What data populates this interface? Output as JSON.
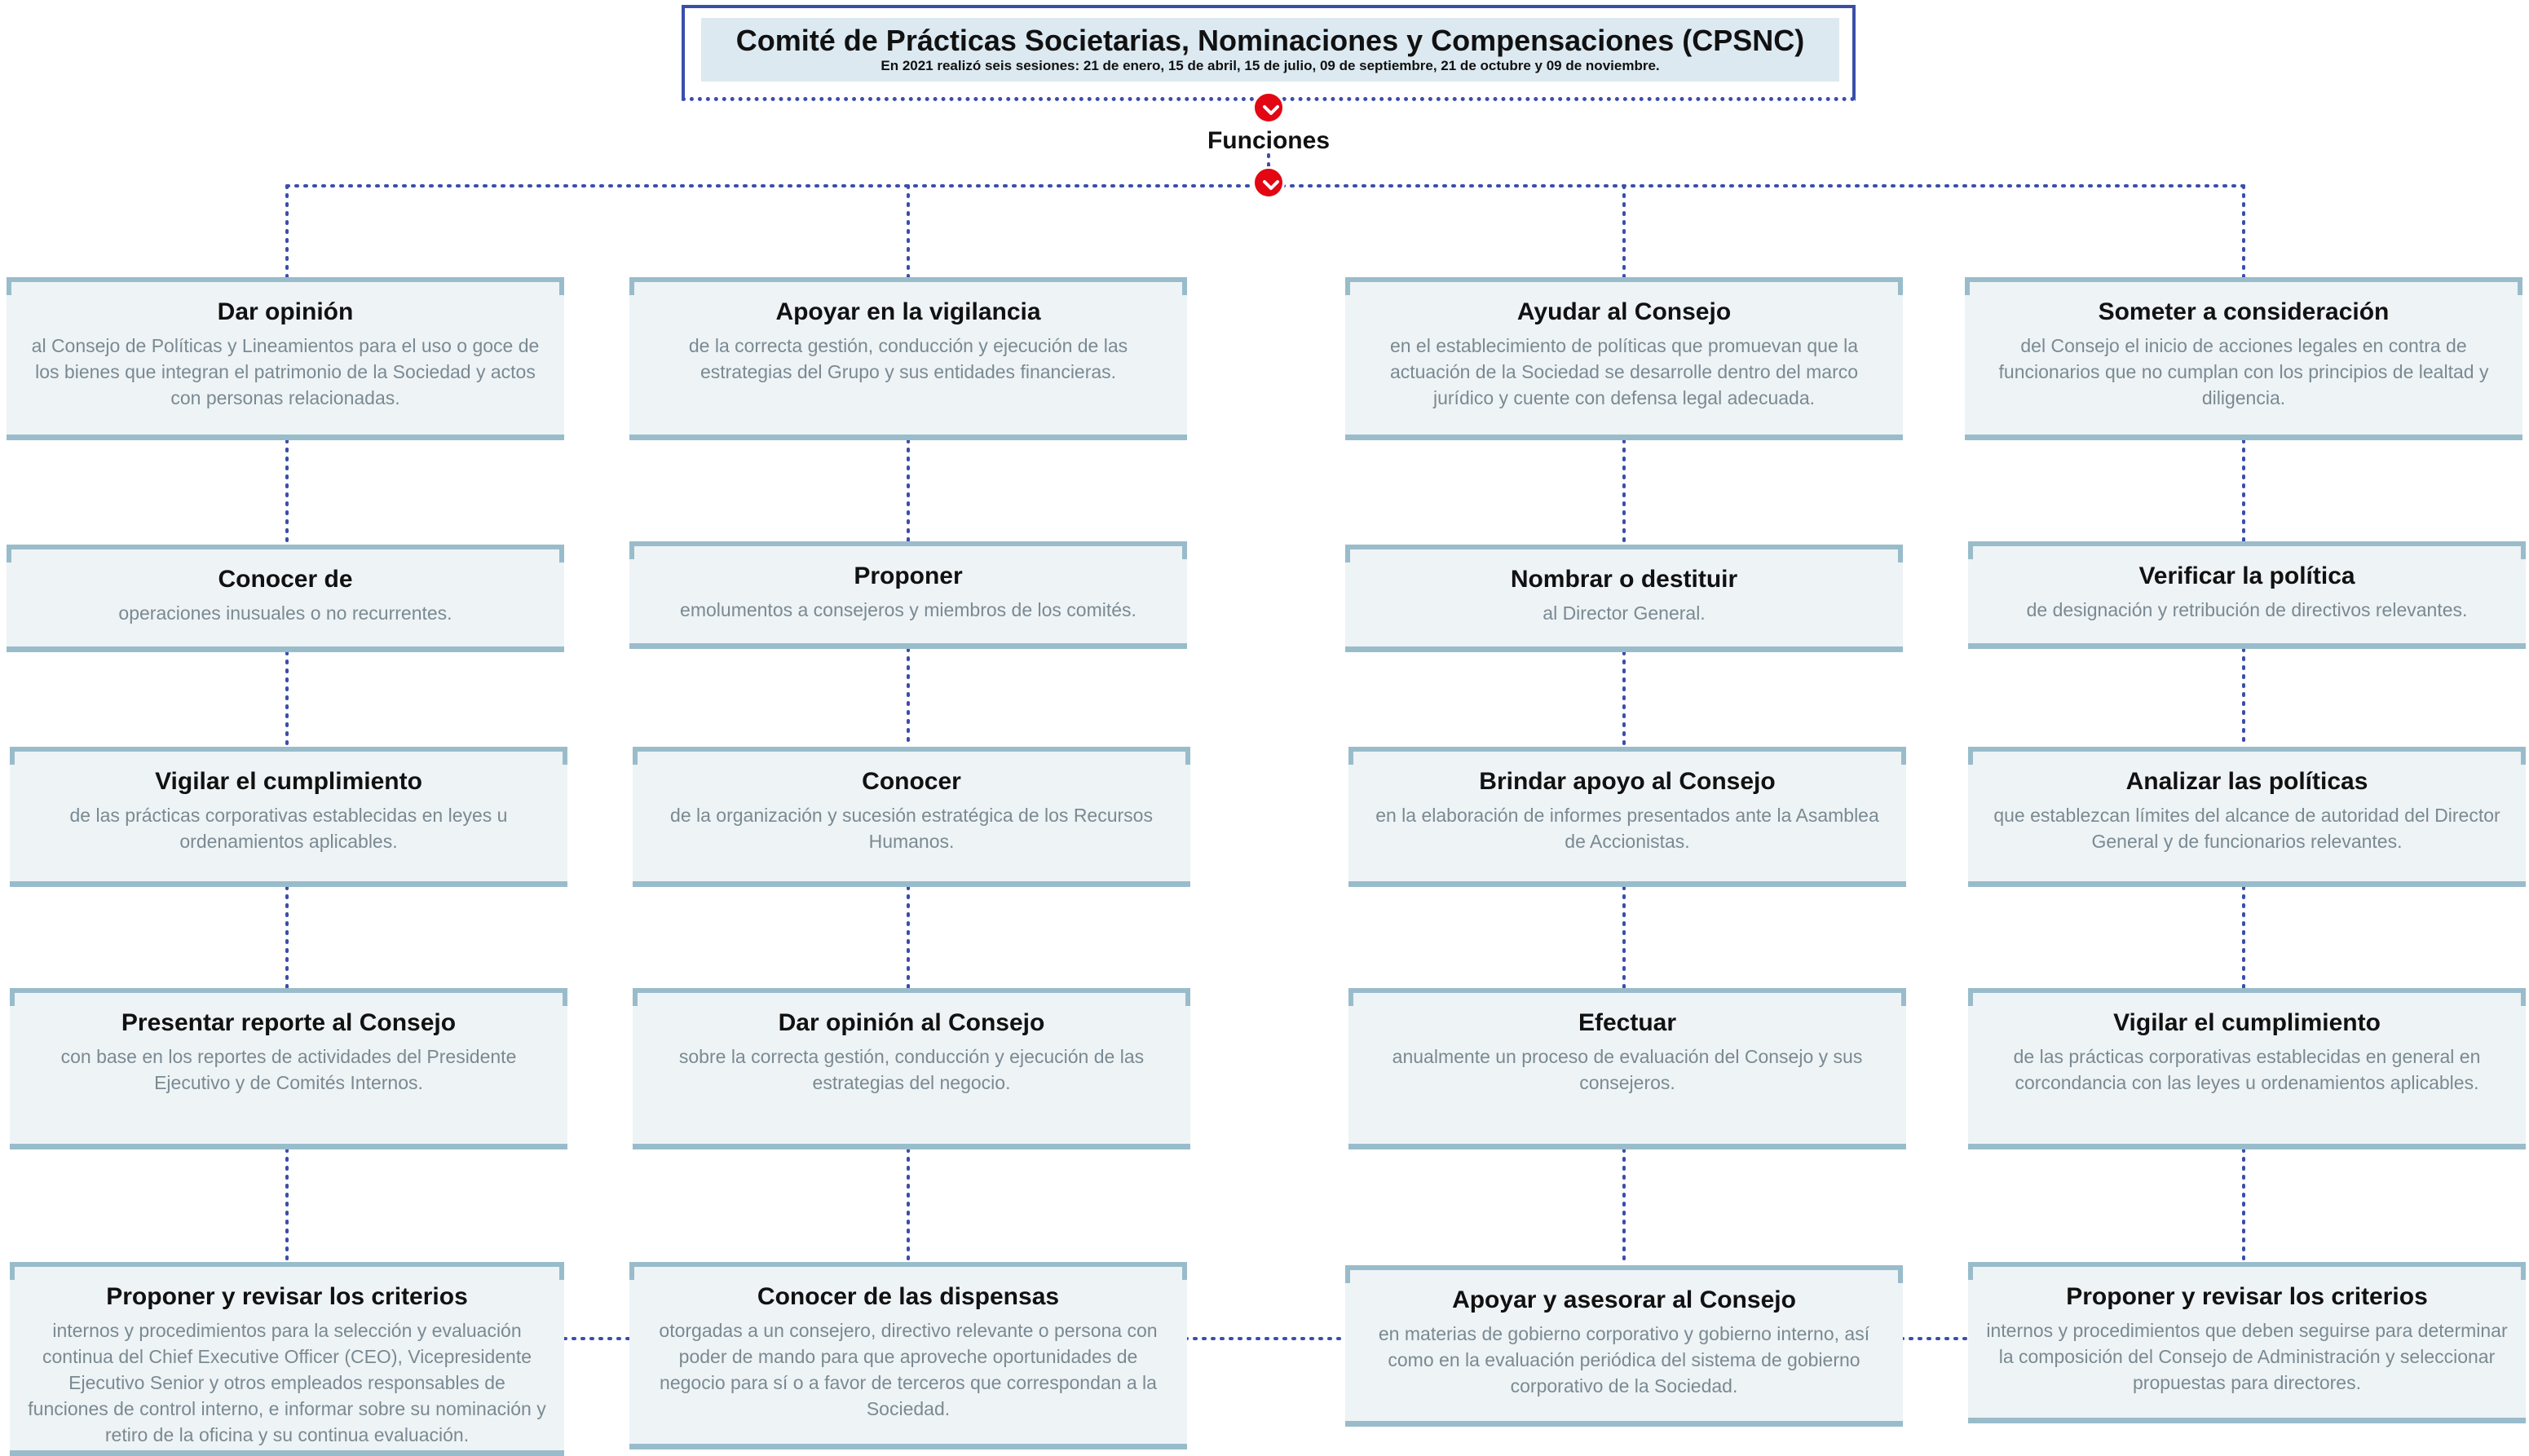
{
  "header": {
    "title": "Comité de Prácticas Societarias, Nominaciones y Compensaciones (CPSNC)",
    "subtitle": "En 2021 realizó seis sesiones: 21 de enero, 15 de abril, 15 de julio, 09 de septiembre, 21 de octubre y 09 de noviembre."
  },
  "funciones_label": "Funciones",
  "colors": {
    "accent_red": "#e30613",
    "frame_blue": "#3a4eaa",
    "card_border": "#99bccb",
    "card_bg": "#eef3f6",
    "header_bg": "#dce9f1",
    "desc_text": "#7a8a92"
  },
  "icons": [
    "chevron-down-icon"
  ],
  "columns": [
    {
      "cards": [
        {
          "title": "Dar opinión",
          "desc": "al Consejo de Políticas y Lineamientos para el uso o goce de los bienes que integran el patrimonio de la Sociedad y actos con personas relacionadas."
        },
        {
          "title": "Conocer de",
          "desc": "operaciones inusuales o no recurrentes."
        },
        {
          "title": "Vigilar el cumplimiento",
          "desc": "de las prácticas corporativas establecidas en leyes u ordenamientos aplicables."
        },
        {
          "title": "Presentar reporte al Consejo",
          "desc": "con base en los reportes de actividades del Presidente Ejecutivo y  de Comités Internos."
        },
        {
          "title": "Proponer y revisar los criterios",
          "desc": "internos y procedimientos para la selección y evaluación continua del Chief Executive Officer (CEO), Vicepresidente Ejecutivo Senior y otros empleados responsables de funciones de control interno, e informar sobre su nominación y retiro de la oficina y su continua evaluación."
        }
      ]
    },
    {
      "cards": [
        {
          "title": "Apoyar en la vigilancia",
          "desc": "de la correcta gestión, conducción y ejecución de las estrategias del Grupo y sus entidades financieras."
        },
        {
          "title": "Proponer",
          "desc": "emolumentos a consejeros y miembros de los comités."
        },
        {
          "title": "Conocer",
          "desc": "de la organización y sucesión estratégica de los Recursos Humanos."
        },
        {
          "title": "Dar opinión al Consejo",
          "desc": "sobre la correcta gestión, conducción y ejecución de las estrategias del negocio."
        },
        {
          "title": "Conocer de las dispensas",
          "desc": "otorgadas a un consejero, directivo relevante o persona con poder de mando para que aproveche oportunidades de negocio para sí o a favor de terceros que correspondan a la Sociedad."
        }
      ]
    },
    {
      "cards": [
        {
          "title": "Ayudar al Consejo",
          "desc": "en el establecimiento de políticas que promuevan que la actuación de la Sociedad se desarrolle dentro del marco jurídico y cuente con defensa legal adecuada."
        },
        {
          "title": "Nombrar o destituir",
          "desc": "al Director General."
        },
        {
          "title": "Brindar apoyo al Consejo",
          "desc": "en la elaboración de informes presentados ante la Asamblea de Accionistas."
        },
        {
          "title": "Efectuar",
          "desc": "anualmente un proceso de evaluación del Consejo y sus consejeros."
        },
        {
          "title": "Apoyar y asesorar al Consejo",
          "desc": "en materias de gobierno corporativo y gobierno interno, así como en la evaluación periódica del sistema de gobierno corporativo de la Sociedad."
        }
      ]
    },
    {
      "cards": [
        {
          "title": "Someter a consideración",
          "desc": "del Consejo el inicio de acciones legales en contra de funcionarios que no cumplan con los principios de lealtad y diligencia."
        },
        {
          "title": "Verificar la política",
          "desc": "de designación y retribución de directivos relevantes."
        },
        {
          "title": "Analizar las políticas",
          "desc": "que establezcan límites del alcance de autoridad del Director General y de funcionarios relevantes."
        },
        {
          "title": "Vigilar el cumplimiento",
          "desc": "de las prácticas corporativas establecidas en general en corcondancia con las leyes u ordenamientos aplicables."
        },
        {
          "title": "Proponer y revisar los criterios",
          "desc": "internos y procedimientos que deben seguirse para determinar la composición del Consejo de Administración y seleccionar  propuestas para directores."
        }
      ]
    }
  ]
}
